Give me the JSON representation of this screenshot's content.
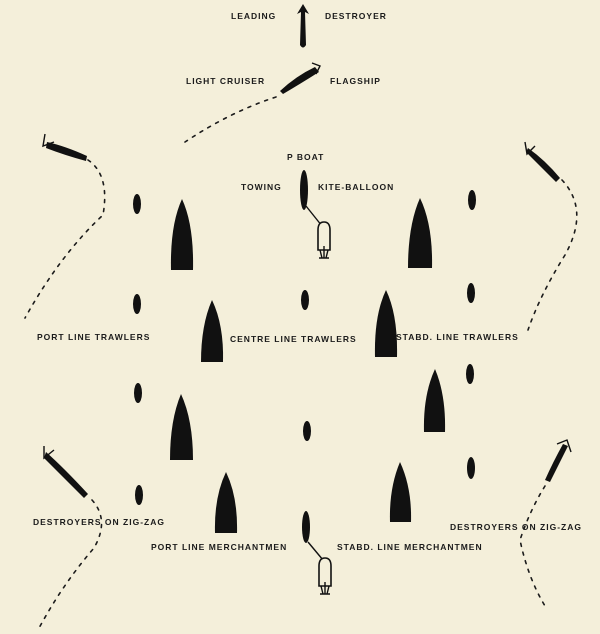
{
  "labels": {
    "leading": "LEADING",
    "destroyer": "DESTROYER",
    "light_cruiser": "LIGHT CRUISER",
    "flagship": "FLAGSHIP",
    "p_boat": "P BOAT",
    "towing": "TOWING",
    "kite_balloon": "KITE-BALLOON",
    "port_line_trawlers": "PORT LINE TRAWLERS",
    "centre_line_trawlers": "CENTRE LINE TRAWLERS",
    "stabd_line_trawlers": "STABD. LINE TRAWLERS",
    "destroyers_zigzag_left": "DESTROYERS ON ZIG-ZAG",
    "destroyers_zigzag_right": "DESTROYERS ON ZIG-ZAG",
    "port_line_merchantmen": "PORT LINE MERCHANTMEN",
    "stabd_line_merchantmen": "STABD. LINE MERCHANTMEN"
  },
  "colors": {
    "paper": "#f4efda",
    "ink": "#111111"
  }
}
